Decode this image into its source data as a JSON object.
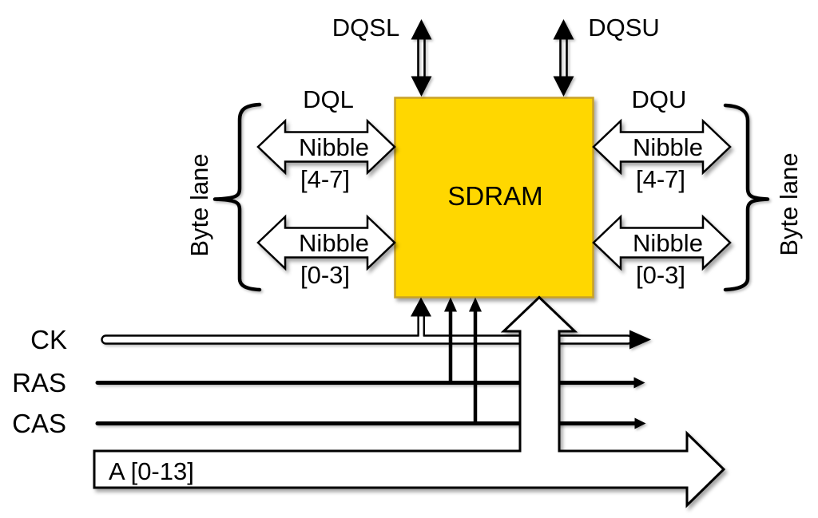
{
  "chip": {
    "label": "SDRAM"
  },
  "strobes": {
    "left": "DQSL",
    "right": "DQSU"
  },
  "data_buses": {
    "left": {
      "label": "DQL",
      "group_label": "Byte lane",
      "nibble_high": {
        "word": "Nibble",
        "range": "[4-7]"
      },
      "nibble_low": {
        "word": "Nibble",
        "range": "[0-3]"
      }
    },
    "right": {
      "label": "DQU",
      "group_label": "Byte lane",
      "nibble_high": {
        "word": "Nibble",
        "range": "[4-7]"
      },
      "nibble_low": {
        "word": "Nibble",
        "range": "[0-3]"
      }
    }
  },
  "control_signals": {
    "ck": "CK",
    "ras": "RAS",
    "cas": "CAS"
  },
  "address_bus": {
    "label": "A [0-13]"
  },
  "colors": {
    "chip_fill": "#FFD700",
    "chip_stroke": "#C9A227",
    "ink": "#000000",
    "bus_arrow_fill": "#FFFFFF",
    "background": "#FFFFFF"
  }
}
